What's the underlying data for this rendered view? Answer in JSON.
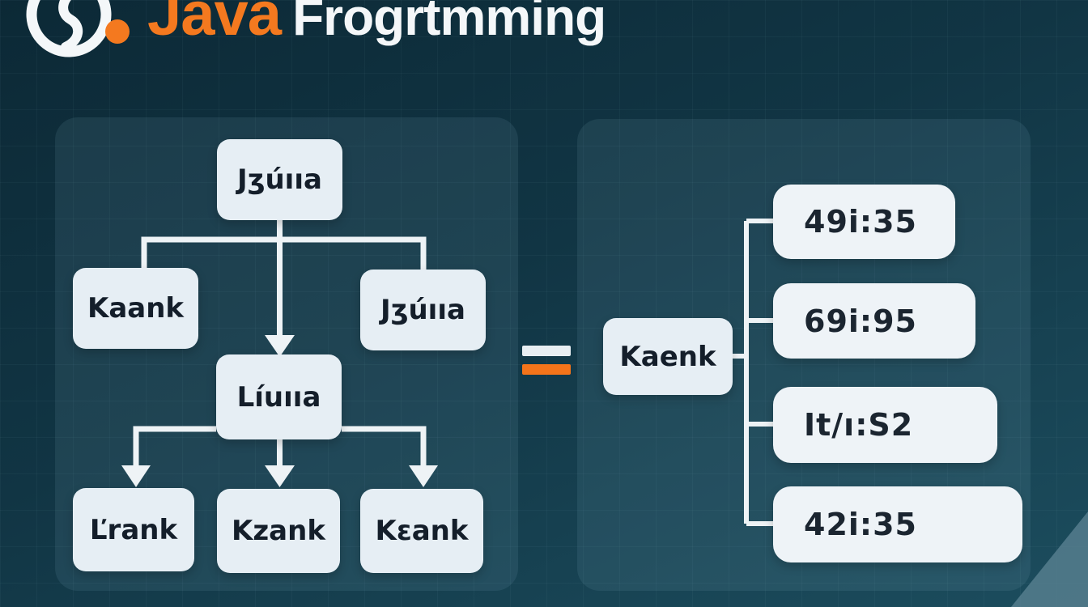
{
  "header": {
    "brand_primary": "Java",
    "brand_secondary": "Frogrtmming"
  },
  "left_diagram": {
    "root": "Jʒúııa",
    "level2_left": "Kaank",
    "level2_right": "Jʒúııa",
    "level3_center": "Líuııa",
    "level4": [
      "Ľrank",
      "Kzank",
      "Kεank"
    ]
  },
  "right_diagram": {
    "root": "Kaenk",
    "leaves": [
      "49i:35",
      "69i:95",
      "It/ı:S2",
      "42i:35"
    ]
  },
  "colors": {
    "accent_orange": "#f4791f",
    "background_teal": "#113544",
    "panel_teal": "#1d4654",
    "node_fill": "#e6eef4",
    "node_text": "#141e2a",
    "connector_white": "#eef3f6"
  }
}
